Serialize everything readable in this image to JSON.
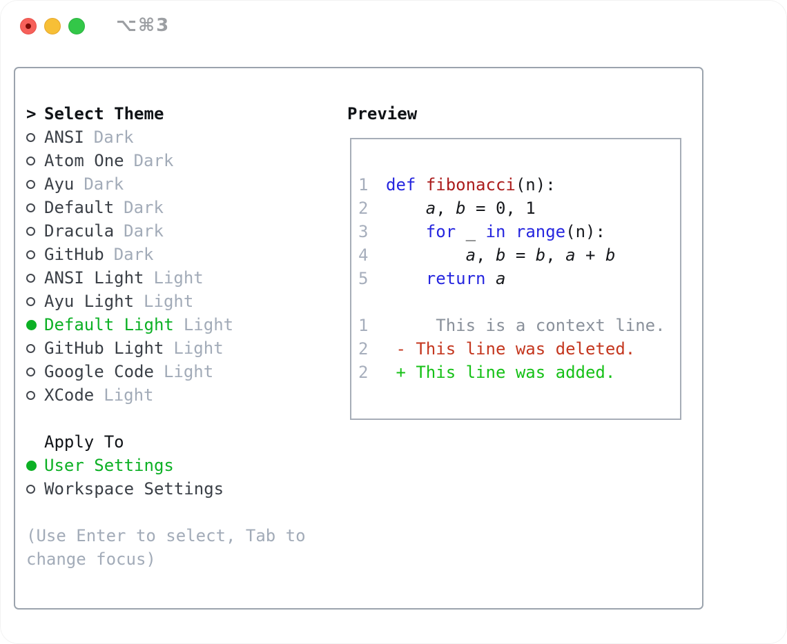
{
  "titlebar": {
    "title": "⌥⌘3",
    "buttons": [
      "close-button",
      "minimize-button",
      "zoom-button"
    ]
  },
  "colors": {
    "text_strong": "#101317",
    "text_item": "#3a3f46",
    "muted": "#a2abb8",
    "line_number": "#a6aebc",
    "accent_green": "#0cb024",
    "added_green": "#16c117",
    "deleted_red": "#c4371f",
    "function_red": "#ab1d1d",
    "keyword_blue": "#2626df",
    "context_gray": "#8a919b",
    "code_plain": "#17191d",
    "panel_border": "#9ba3ad",
    "box_border": "#a6adb7",
    "traffic_red": "#f6605a",
    "traffic_red_dot": "#7c0b06",
    "traffic_yellow": "#f7bf36",
    "traffic_green": "#33c748",
    "title_gray": "#9c9fa3"
  },
  "theme_selector": {
    "prompt": ">",
    "header": "Select Theme",
    "items": [
      {
        "name": "ANSI",
        "variant": "Dark",
        "selected": false
      },
      {
        "name": "Atom One",
        "variant": "Dark",
        "selected": false
      },
      {
        "name": "Ayu",
        "variant": "Dark",
        "selected": false
      },
      {
        "name": "Default",
        "variant": "Dark",
        "selected": false
      },
      {
        "name": "Dracula",
        "variant": "Dark",
        "selected": false
      },
      {
        "name": "GitHub",
        "variant": "Dark",
        "selected": false
      },
      {
        "name": "ANSI Light",
        "variant": "Light",
        "selected": false
      },
      {
        "name": "Ayu Light",
        "variant": "Light",
        "selected": false
      },
      {
        "name": "Default Light",
        "variant": "Light",
        "selected": true
      },
      {
        "name": "GitHub Light",
        "variant": "Light",
        "selected": false
      },
      {
        "name": "Google Code",
        "variant": "Light",
        "selected": false
      },
      {
        "name": "XCode",
        "variant": "Light",
        "selected": false
      }
    ]
  },
  "apply_to": {
    "header": "Apply To",
    "options": [
      {
        "label": "User Settings",
        "selected": true
      },
      {
        "label": "Workspace Settings",
        "selected": false
      }
    ]
  },
  "hint": "(Use Enter to select, Tab to change focus)",
  "preview": {
    "header": "Preview",
    "code_lines": [
      {
        "number": "1",
        "tokens": [
          {
            "text": "def",
            "type": "keyword"
          },
          {
            "text": " ",
            "type": "plain"
          },
          {
            "text": "fibonacci",
            "type": "function"
          },
          {
            "text": "(n):",
            "type": "plain"
          }
        ]
      },
      {
        "number": "2",
        "tokens": [
          {
            "text": "    ",
            "type": "plain"
          },
          {
            "text": "a",
            "type": "variable"
          },
          {
            "text": ", ",
            "type": "plain"
          },
          {
            "text": "b",
            "type": "variable"
          },
          {
            "text": " = 0, 1",
            "type": "plain"
          }
        ]
      },
      {
        "number": "3",
        "tokens": [
          {
            "text": "    ",
            "type": "plain"
          },
          {
            "text": "for",
            "type": "keyword"
          },
          {
            "text": " _ ",
            "type": "plain"
          },
          {
            "text": "in",
            "type": "keyword"
          },
          {
            "text": " ",
            "type": "plain"
          },
          {
            "text": "range",
            "type": "keyword"
          },
          {
            "text": "(n):",
            "type": "plain"
          }
        ]
      },
      {
        "number": "4",
        "tokens": [
          {
            "text": "        ",
            "type": "plain"
          },
          {
            "text": "a",
            "type": "variable"
          },
          {
            "text": ", ",
            "type": "plain"
          },
          {
            "text": "b",
            "type": "variable"
          },
          {
            "text": " = ",
            "type": "plain"
          },
          {
            "text": "b",
            "type": "variable"
          },
          {
            "text": ", ",
            "type": "plain"
          },
          {
            "text": "a",
            "type": "variable"
          },
          {
            "text": " + ",
            "type": "plain"
          },
          {
            "text": "b",
            "type": "variable"
          }
        ]
      },
      {
        "number": "5",
        "tokens": [
          {
            "text": "    ",
            "type": "plain"
          },
          {
            "text": "return",
            "type": "keyword"
          },
          {
            "text": " ",
            "type": "plain"
          },
          {
            "text": "a",
            "type": "variable"
          }
        ]
      }
    ],
    "diff_lines": [
      {
        "number": "1",
        "kind": "context",
        "text": "     This is a context line."
      },
      {
        "number": "2",
        "kind": "deleted",
        "text": " - This line was deleted."
      },
      {
        "number": "2",
        "kind": "added",
        "text": " + This line was added."
      }
    ]
  }
}
